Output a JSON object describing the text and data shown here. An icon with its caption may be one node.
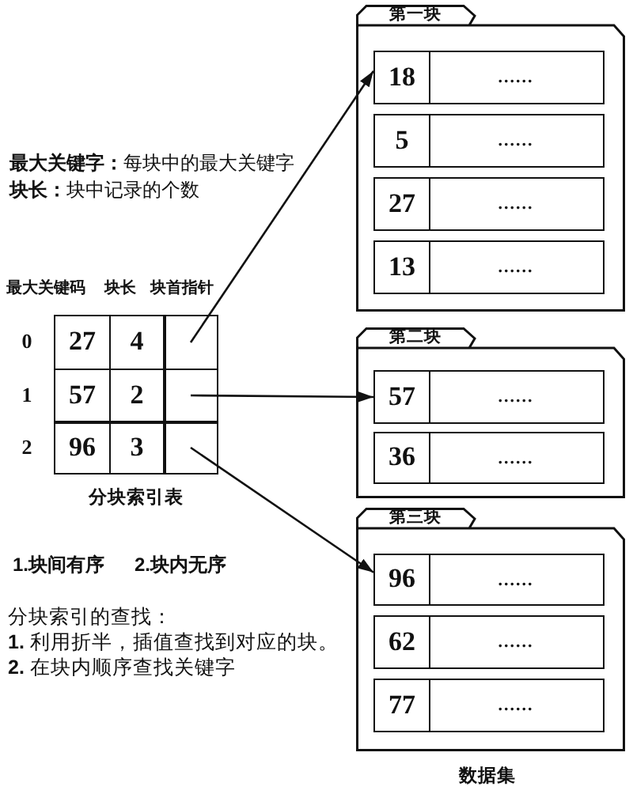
{
  "diagram": {
    "nodes": [
      {
        "text": [],
        "shape": "box"
      },
      {
        "text": [],
        "shape": "box"
      },
      {
        "text": [],
        "shape": "box"
      },
      {
        "text": [
          "第一块"
        ]
      },
      {
        "text": [
          "18",
          "......"
        ],
        "in": 3
      },
      {
        "text": [
          "5",
          "......"
        ],
        "in": 3
      },
      {
        "text": [
          "27",
          "......"
        ],
        "in": 3
      },
      {
        "text": [
          "13",
          "......"
        ],
        "in": 3
      },
      {
        "text": [
          "第二块"
        ]
      },
      {
        "text": [
          "57",
          "......"
        ],
        "in": 8
      },
      {
        "text": [
          "36",
          "......"
        ],
        "in": 8
      },
      {
        "text": [
          "第三块"
        ]
      },
      {
        "text": [
          "96",
          "......"
        ],
        "in": 11
      },
      {
        "text": [
          "62",
          "......"
        ],
        "in": 11
      },
      {
        "text": [
          "77",
          "......"
        ],
        "in": 11
      }
    ],
    "edges": [
      {
        "from": 0,
        "to": 4,
        "arrow": "to"
      },
      {
        "from": 1,
        "to": 9,
        "arrow": "to"
      },
      {
        "from": 2,
        "to": 12,
        "arrow": "to"
      }
    ],
    "labels": [
      "**最大关键字：**每块中的最大关键字",
      "**块长：**块中记录的个数",
      "最大关键码",
      "块长",
      "块首指针",
      "0",
      "27",
      "4",
      "1",
      "57",
      "2",
      "2",
      "96",
      "3",
      "分块索引表",
      "1.块间有序",
      "2.块内无序",
      "分块索引的查找：",
      "**1.** 利用折半，插值查找到对应的块。",
      "**2.** 在块内顺序查找关键字",
      "数据集"
    ]
  }
}
